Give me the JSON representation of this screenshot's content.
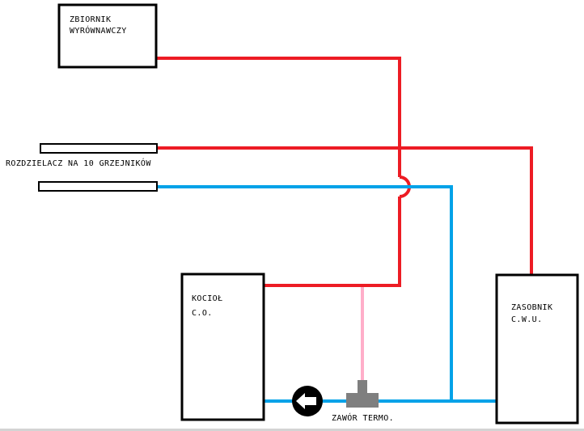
{
  "labels": {
    "tank_line1": "ZBIORNIK",
    "tank_line2": "WYRÓWNAWCZY",
    "distributor": "ROZDZIELACZ NA 10 GRZEJNIKÓW",
    "boiler_line1": "KOCIOŁ",
    "boiler_line2": "C.O.",
    "storage_line1": "ZASOBNIK",
    "storage_line2": "C.W.U.",
    "valve": "ZAWÓR TERMO."
  },
  "pump": {
    "icon": "left-arrow-pump-icon",
    "direction": "left"
  },
  "colors": {
    "supply": "#ed1c24",
    "return": "#00a2e8",
    "bypass": "#ffaec9",
    "valve": "#7f7f7f",
    "outline": "#000000"
  }
}
